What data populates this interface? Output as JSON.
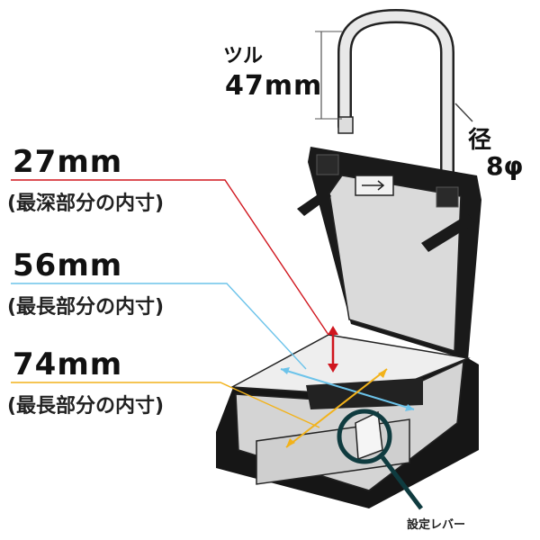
{
  "shackle": {
    "label": "ツル",
    "length": "47mm",
    "diameter_label": "径",
    "diameter_value": "8φ"
  },
  "dimensions": [
    {
      "value": "27mm",
      "note": "(最深部分の内寸)",
      "color": "#d0161e"
    },
    {
      "value": "56mm",
      "note": "(最長部分の内寸)",
      "color": "#6cc3ea"
    },
    {
      "value": "74mm",
      "note": "(最長部分の内寸)",
      "color": "#f2b21a"
    }
  ],
  "lever": {
    "label": "設定レバー",
    "color": "#0f3b3f"
  },
  "colors": {
    "body": "#111111",
    "inner": "#d9d9d9",
    "outline": "#222222"
  }
}
